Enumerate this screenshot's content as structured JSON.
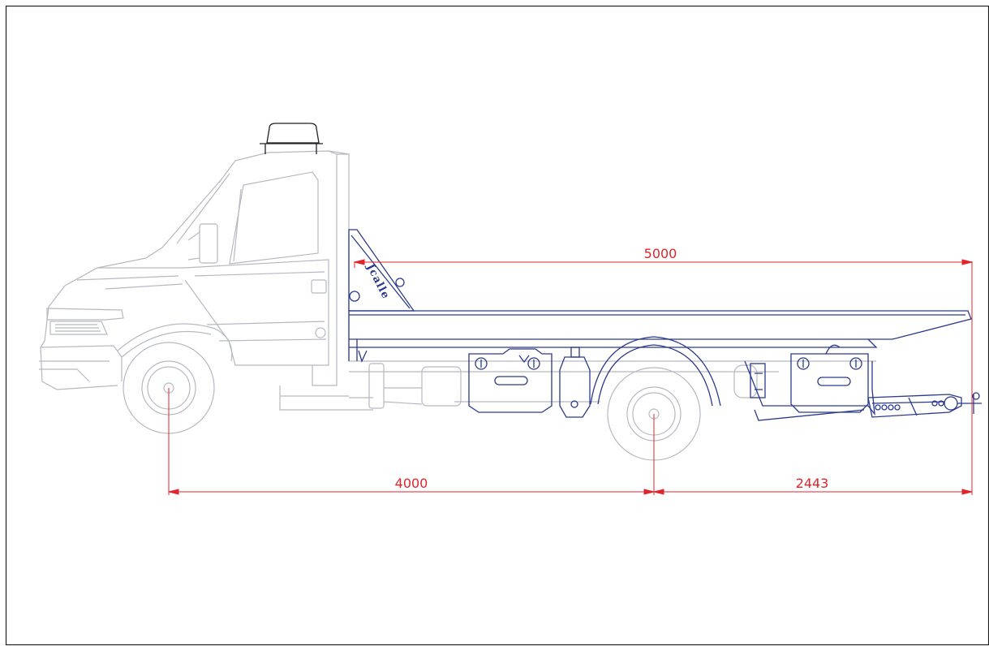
{
  "drawing": {
    "dimensions": {
      "overall_length": "5000",
      "wheelbase": "4000",
      "rear_overhang": "2443"
    },
    "brand_text": "Jcalle",
    "colors": {
      "dimension": "#e0242b",
      "cab": "#b7b9c2",
      "body": "#2b3a8c",
      "frame": "#222222"
    }
  }
}
